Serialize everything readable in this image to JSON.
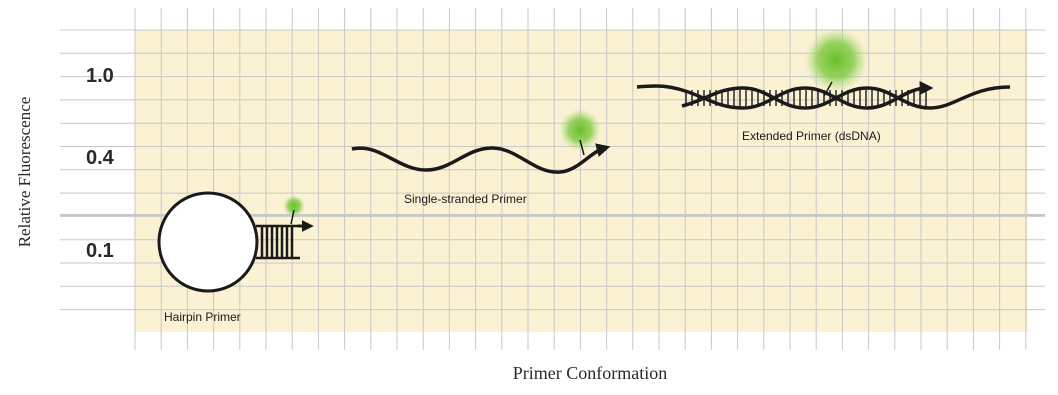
{
  "y_axis": {
    "label": "Relative Fluorescence",
    "ticks": [
      "1.0",
      "0.4",
      "0.1"
    ]
  },
  "x_axis": {
    "label": "Primer Conformation"
  },
  "conformations": [
    {
      "label": "Hairpin Primer",
      "relative_fluorescence": 0.1
    },
    {
      "label": "Single-stranded Primer",
      "relative_fluorescence": 0.4
    },
    {
      "label": "Extended Primer (dsDNA)",
      "relative_fluorescence": 1.0
    }
  ],
  "colors": {
    "background_band": "#fbf1d3",
    "grid": "#c8c8c8",
    "strand": "#1a1a1a",
    "fluorophore": "#7cc142",
    "axis_text": "#2a2a2a"
  }
}
